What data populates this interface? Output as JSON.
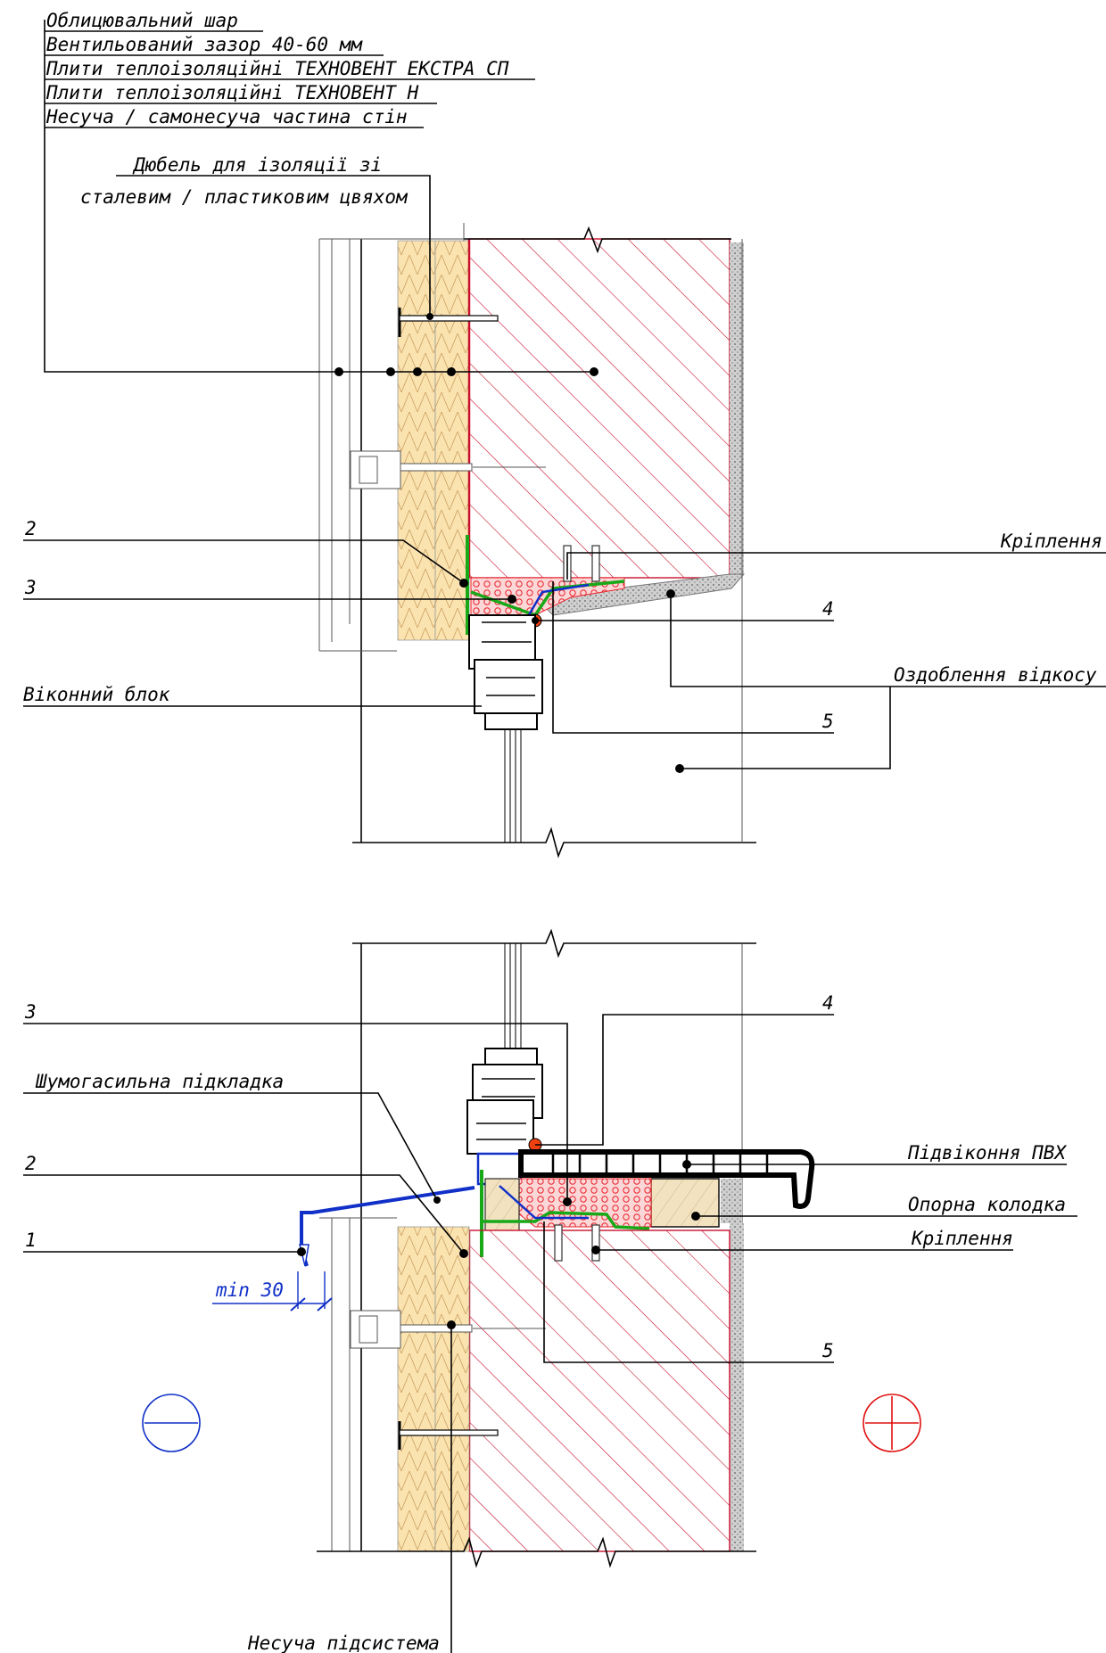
{
  "top_section": {
    "layer_labels": [
      "Облицювальний шар",
      "Вентильований зазор 40-60 мм",
      "Плити теплоізоляційні ТЕХНОВЕНТ ЕКСТРА СП",
      "Плити теплоізоляційні ТЕХНОВЕНТ Н",
      "Несуча / самонесуча частина стін"
    ],
    "dowel_label_line1": "Дюбель для ізоляції зі",
    "dowel_label_line2": "сталевим / пластиковим цвяхом",
    "callout_2": "2",
    "callout_3": "3",
    "callout_4": "4",
    "callout_5": "5",
    "fixing_label": "Кріплення",
    "reveal_finish_label": "Оздоблення відкосу",
    "window_unit_label": "Віконний блок"
  },
  "bottom_section": {
    "callout_3": "3",
    "callout_4": "4",
    "noise_pad_label": "Шумогасильна підкладка",
    "callout_2": "2",
    "callout_1": "1",
    "min_dimension": "min 30",
    "sill_label": "Підвіконня ПВХ",
    "support_block_label": "Опорна колодка",
    "fixing_label": "Кріплення",
    "callout_5": "5",
    "subsystem_label": "Несуча підсистема"
  },
  "symbols": {
    "minus_color": "#1030c8",
    "plus_color": "#e01010"
  },
  "colors": {
    "insulation": "#fbe3b0",
    "masonry_hatch": "#c8102e",
    "foam": "#e8202a",
    "membrane_green": "#18a818",
    "membrane_blue": "#1030c8",
    "plaster": "#9a9a9a",
    "seal_orange": "#f04010"
  }
}
